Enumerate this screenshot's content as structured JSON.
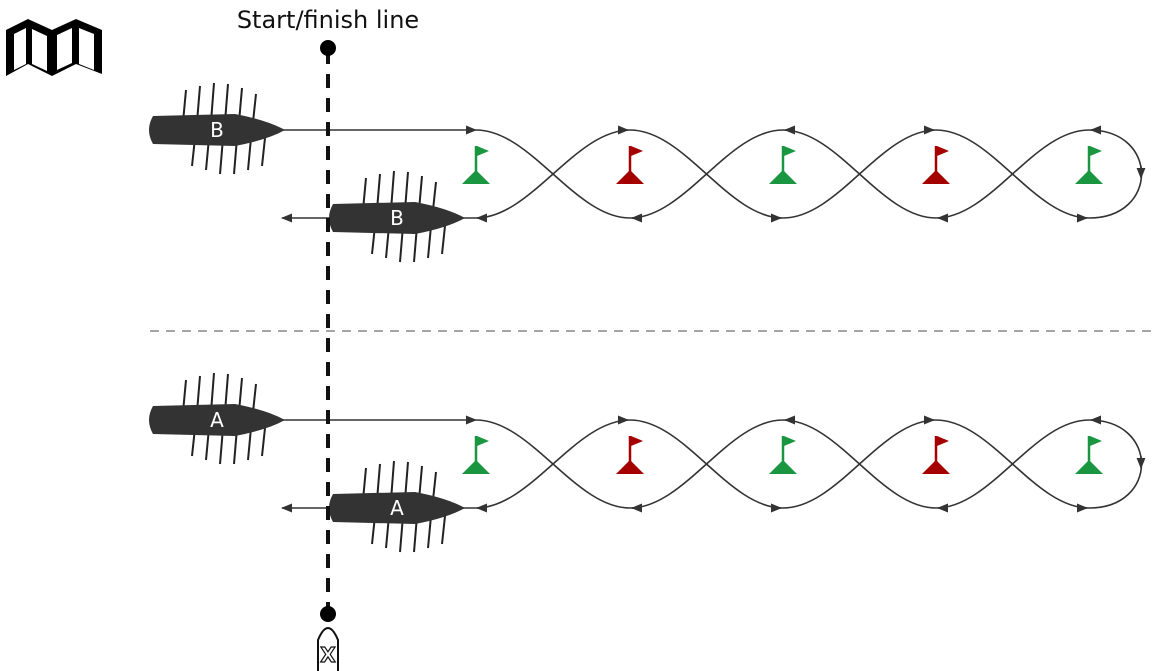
{
  "map_icon": "map-icon",
  "start_finish_label": "Start/finish line",
  "lanes": [
    {
      "boat_label": "B"
    },
    {
      "boat_label": "A"
    }
  ],
  "buoys": [
    "green",
    "red",
    "green",
    "red",
    "green"
  ],
  "line_end_marker": "X",
  "colors": {
    "ink": "#333333",
    "line": "#111111",
    "green_flag": "#1a9641",
    "red_flag": "#a50000",
    "divider": "#888888"
  }
}
